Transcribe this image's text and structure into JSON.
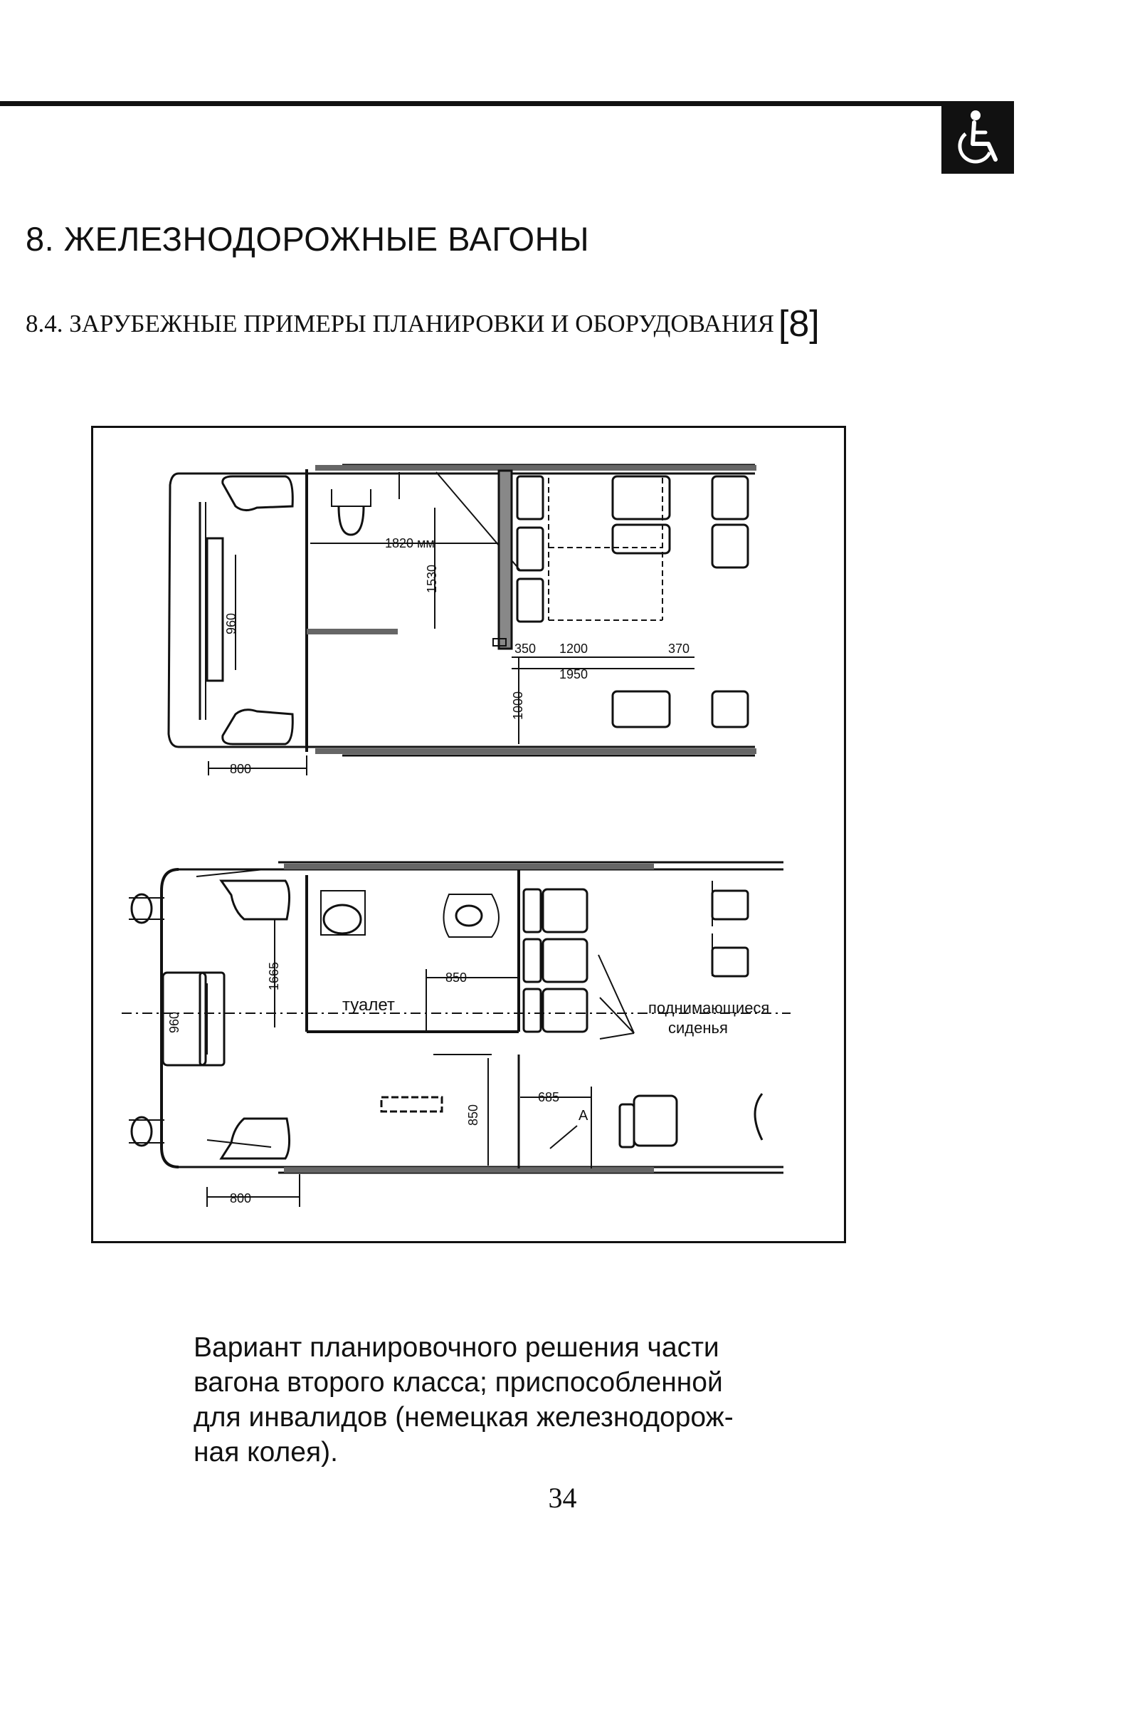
{
  "header": {
    "accessibility_icon": "wheelchair-icon"
  },
  "section_title": "8. ЖЕЛЕЗНОДОРОЖНЫЕ ВАГОНЫ",
  "subsection": {
    "title": "8.4. ЗАРУБЕЖНЫЕ ПРИМЕРЫ ПЛАНИРОВКИ И ОБОРУДОВАНИЯ",
    "reference": "[8]"
  },
  "figure": {
    "plan_top": {
      "dim_1820": "1820 мм",
      "dim_1530": "1530",
      "dim_960": "960",
      "dim_350": "350",
      "dim_1200": "1200",
      "dim_370": "370",
      "dim_1950": "1950",
      "dim_1000": "1000",
      "dim_800": "800"
    },
    "plan_bottom": {
      "dim_1665": "1665",
      "dim_960": "960",
      "dim_850_h": "850",
      "dim_850_v": "850",
      "dim_685": "685",
      "dim_800": "800",
      "label_toilet": "туалет",
      "label_seats_1": "поднимающиеся",
      "label_seats_2": "сиденья",
      "label_a": "A"
    }
  },
  "caption": {
    "line1": "Вариант планировочного решения части",
    "line2": "вагона второго класса; приспособленной",
    "line3": "для инвалидов (немецкая железнодорож-",
    "line4": "ная колея)."
  },
  "page_number": "34"
}
